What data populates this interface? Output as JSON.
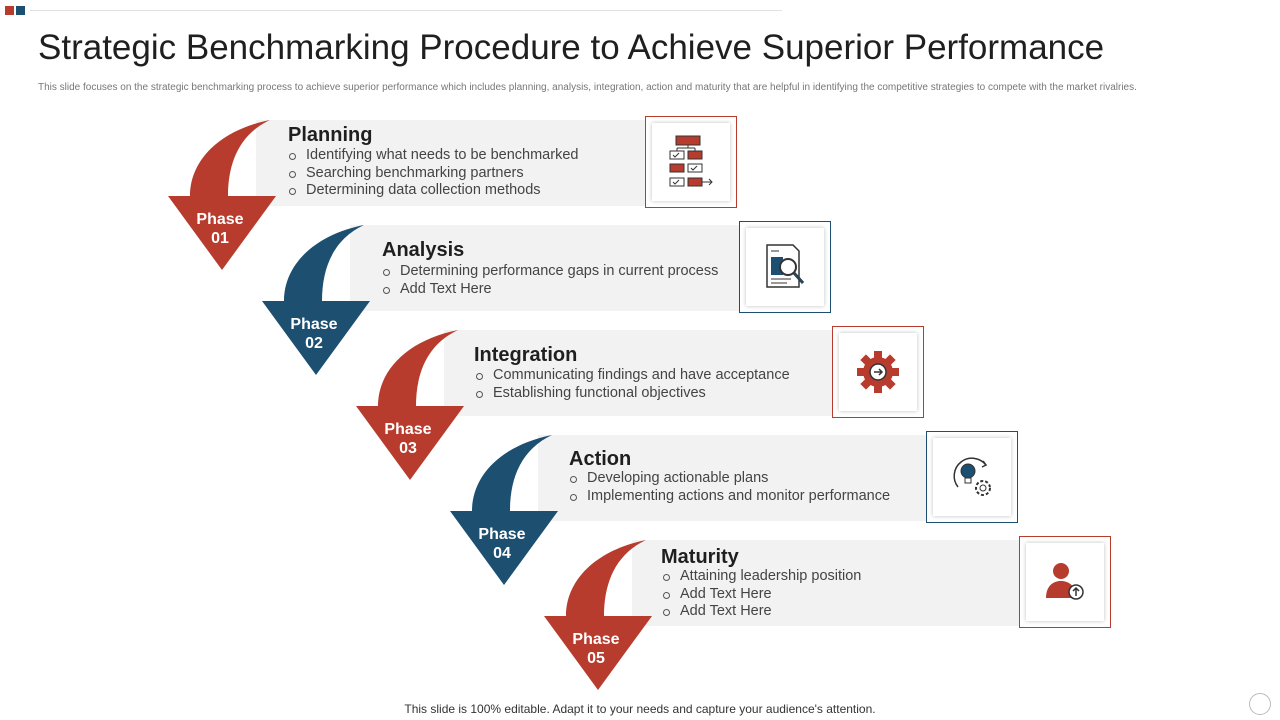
{
  "title": "Strategic Benchmarking Procedure to Achieve Superior Performance",
  "subtitle": "This slide focuses on the strategic benchmarking process to achieve superior performance which includes planning, analysis, integration, action and maturity that are helpful in identifying the competitive strategies to compete with the market rivalries.",
  "colors": {
    "red": "#b73c2e",
    "blue": "#1c4f70",
    "band": "#f2f2f2"
  },
  "phases": [
    {
      "label_line1": "Phase",
      "label_line2": "01",
      "heading": "Planning",
      "bullets": [
        "Identifying  what needs to be benchmarked",
        "Searching benchmarking partners",
        "Determining data collection methods"
      ],
      "color": "#b73c2e",
      "icon": "flowchart-checklist-icon"
    },
    {
      "label_line1": "Phase",
      "label_line2": "02",
      "heading": "Analysis",
      "bullets": [
        "Determining performance gaps in current process",
        "Add Text Here"
      ],
      "color": "#1c4f70",
      "icon": "document-magnifier-icon"
    },
    {
      "label_line1": "Phase",
      "label_line2": "03",
      "heading": "Integration",
      "bullets": [
        "Communicating findings and have acceptance",
        "Establishing functional objectives"
      ],
      "color": "#b73c2e",
      "icon": "gear-arrow-icon"
    },
    {
      "label_line1": "Phase",
      "label_line2": "04",
      "heading": "Action",
      "bullets": [
        "Developing actionable plans",
        "Implementing actions and monitor performance"
      ],
      "color": "#1c4f70",
      "icon": "lightbulb-gear-icon"
    },
    {
      "label_line1": "Phase",
      "label_line2": "05",
      "heading": "Maturity",
      "bullets": [
        "Attaining leadership position",
        "Add Text Here",
        "Add Text Here"
      ],
      "color": "#b73c2e",
      "icon": "person-upgrade-icon"
    }
  ],
  "footer": "This slide is 100% editable. Adapt it to your needs and capture your audience's attention."
}
